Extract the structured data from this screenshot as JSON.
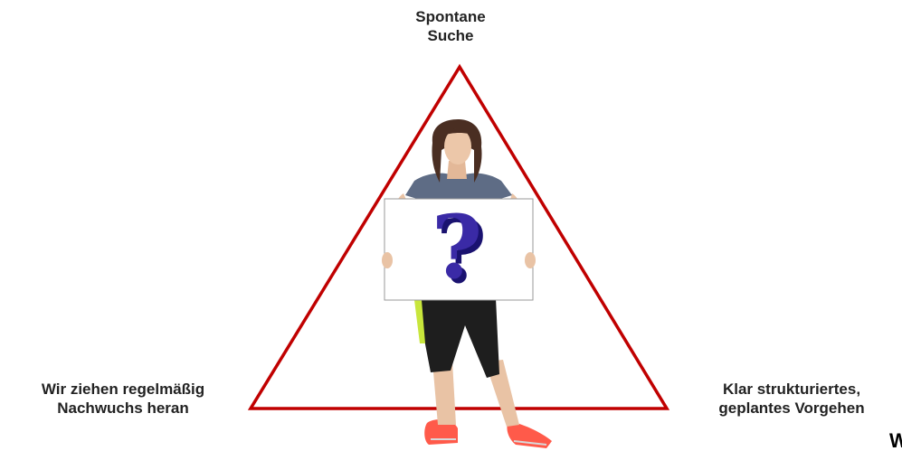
{
  "diagram": {
    "top_label": [
      "Spontane",
      "Suche"
    ],
    "left_label": [
      "Wir ziehen regelmäßig",
      "Nachwuchs heran"
    ],
    "right_label": [
      "Klar strukturiertes,",
      "geplantes Vorgehen"
    ],
    "corner_text": "W",
    "triangle_color": "#c00000",
    "sign_symbol": "?",
    "sign_symbol_color": "#3a2aa6"
  }
}
